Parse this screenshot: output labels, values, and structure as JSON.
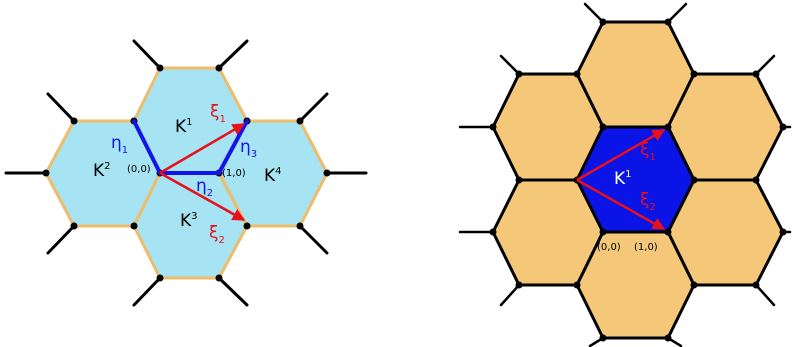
{
  "colors": {
    "cell_light": "#a6e3f3",
    "cell_orange": "#f4c878",
    "cell_blue": "#0a14e6",
    "outline_light": "#eebc6a",
    "edge": "#000000",
    "eta": "#1414e6",
    "xi": "#e8101a"
  },
  "left": {
    "cells": [
      {
        "label": "K",
        "sup": "1"
      },
      {
        "label": "K",
        "sup": "2"
      },
      {
        "label": "K",
        "sup": "3"
      },
      {
        "label": "K",
        "sup": "4"
      }
    ],
    "origin_label": "(0,0)",
    "point_label": "(1,0)",
    "eta1": {
      "symbol": "η",
      "sub": "1"
    },
    "eta2": {
      "symbol": "η",
      "sub": "2"
    },
    "eta3": {
      "symbol": "η",
      "sub": "3"
    },
    "xi1": {
      "symbol": "ξ",
      "sub": "1"
    },
    "xi2": {
      "symbol": "ξ",
      "sub": "2"
    }
  },
  "right": {
    "center_cell": {
      "label": "K",
      "sup": "1"
    },
    "origin_label": "(0,0)",
    "point_label": "(1,0)",
    "xi1": {
      "symbol": "ξ",
      "sub": "1"
    },
    "xi2": {
      "symbol": "ξ",
      "sub": "2"
    }
  }
}
